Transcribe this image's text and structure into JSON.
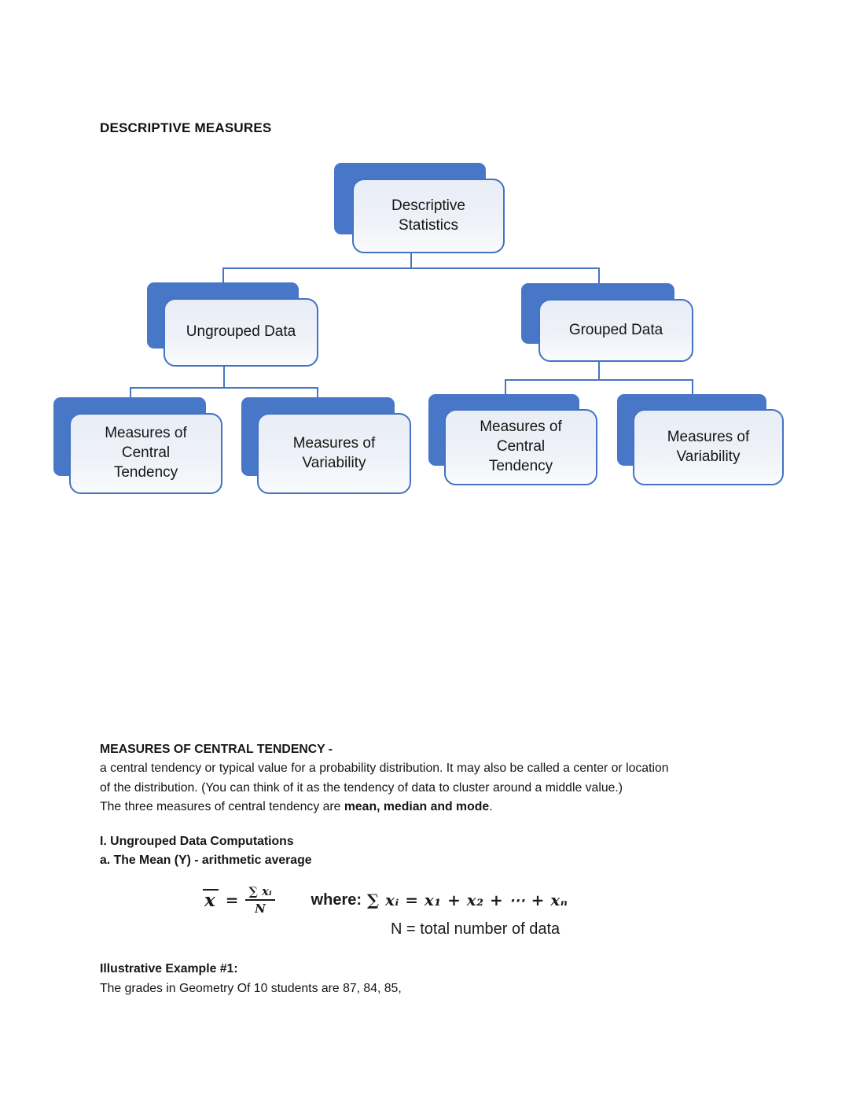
{
  "document": {
    "title": "DESCRIPTIVE MEASURES"
  },
  "diagram": {
    "root": "Descriptive\nStatistics",
    "ungrouped": "Ungrouped Data",
    "grouped": "Grouped Data",
    "ungrouped_central": "Measures of\nCentral\nTendency",
    "ungrouped_variability": "Measures of\nVariability",
    "grouped_central": "Measures of\nCentral\nTendency",
    "grouped_variability": "Measures of\nVariability",
    "colors": {
      "accent": "#4472C4",
      "node_fill": "#EDF1F8",
      "connector": "#4875C3"
    }
  },
  "central_tendency_section": {
    "heading": "MEASURES OF CENTRAL TENDENCY -",
    "line1": "a central tendency or typical value for a probability distribution. It may also be called a center or location",
    "line2": "of the distribution. (You can think of it as the tendency of data to cluster around a middle value.)",
    "line3_prefix": "The three measures of central tendency are ",
    "line3_bold": "mean, median and mode",
    "line3_suffix": "."
  },
  "computations_section": {
    "heading": "I. Ungrouped Data Computations",
    "subheading": "a. The Mean (Y) - arithmetic average"
  },
  "formula": {
    "mean_symbol": "x",
    "equals": "=",
    "numerator": "∑ xᵢ",
    "denominator": "N",
    "where_label": "where:",
    "expansion": "∑ xᵢ =  x₁ +  x₂ + ⋯ +  xₙ",
    "note": "N = total number of data"
  },
  "example_section": {
    "heading": "Illustrative Example #1:",
    "body": "The grades in Geometry Of 10 students are 87, 84, 85,"
  }
}
